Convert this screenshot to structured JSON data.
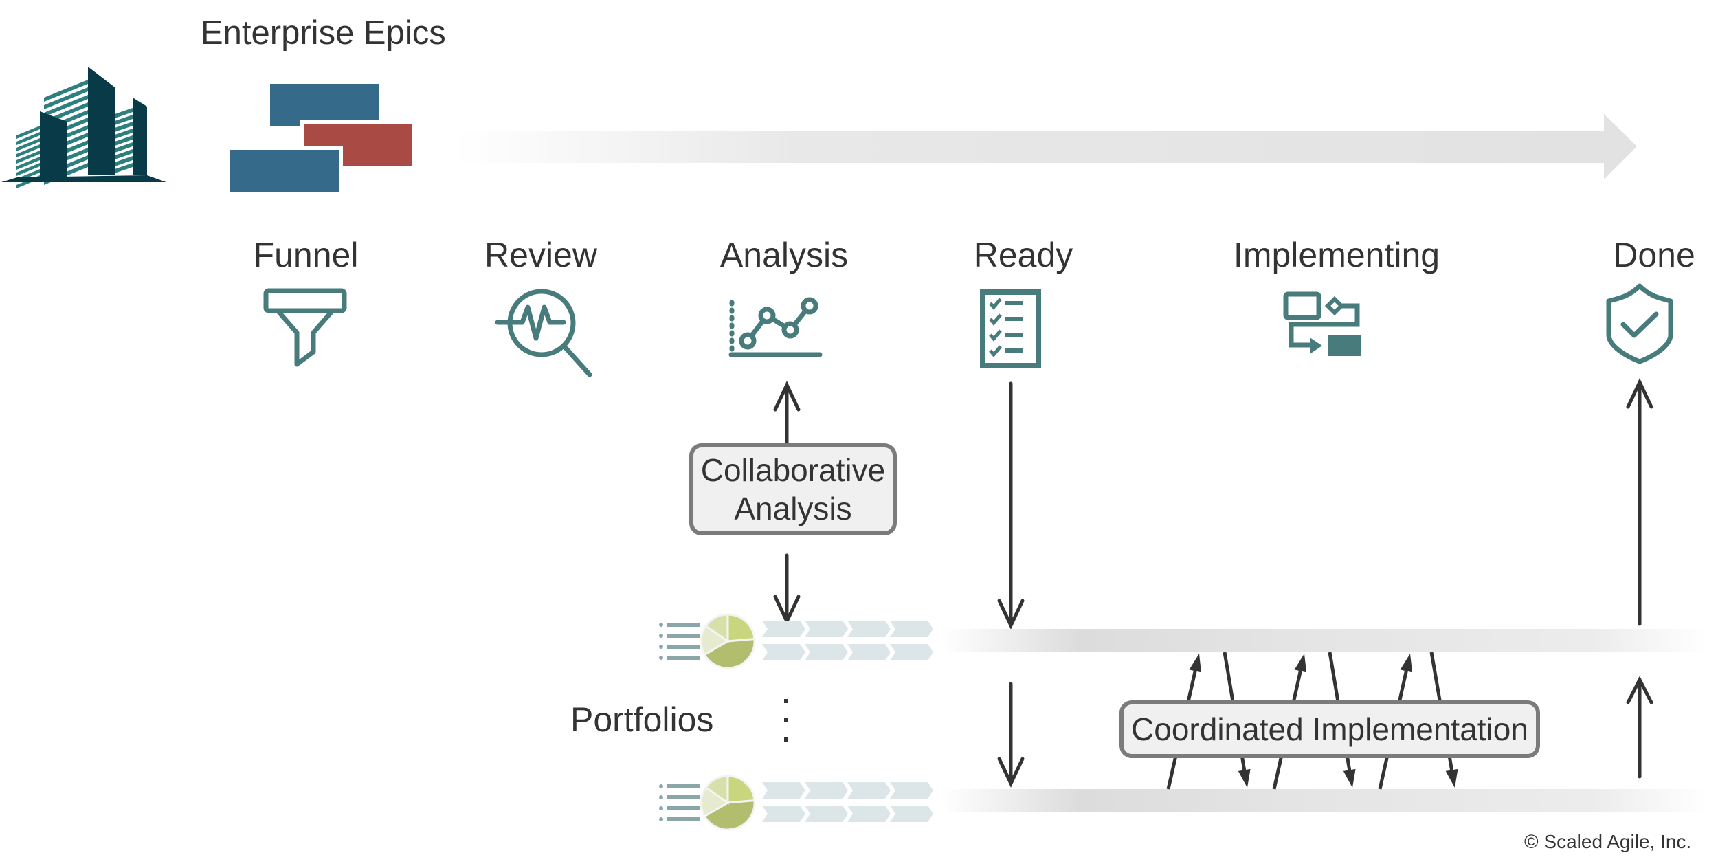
{
  "title": "Enterprise Epics",
  "stages": [
    {
      "label": "Funnel",
      "icon": "funnel-icon"
    },
    {
      "label": "Review",
      "icon": "magnifier-pulse-icon"
    },
    {
      "label": "Analysis",
      "icon": "line-chart-icon"
    },
    {
      "label": "Ready",
      "icon": "checklist-icon"
    },
    {
      "label": "Implementing",
      "icon": "flowchart-icon"
    },
    {
      "label": "Done",
      "icon": "shield-check-icon"
    }
  ],
  "collaborative_box": {
    "line1": "Collaborative",
    "line2": "Analysis"
  },
  "coordinated_box": {
    "label": "Coordinated Implementation"
  },
  "portfolios_label": "Portfolios",
  "portfolio_rows": 2,
  "ellipsis": "⋮",
  "copyright": "© Scaled Agile, Inc.",
  "colors": {
    "teal": "#477b7c",
    "building_dark": "#083a48",
    "building_stripe": "#2e8080",
    "epic_blue": "#356a8a",
    "epic_red": "#a94a44",
    "arrow_gray": "#e2e2e2",
    "arrow_dark": "#333333",
    "box_fill": "#f0f0f0",
    "box_border": "#7b7b7b",
    "pie": [
      "#c9d67e",
      "#b3bd6e",
      "#e6ebcf",
      "#d7e0a8"
    ],
    "chevron": "#dce6e8",
    "list_bar": "#8aa6a9"
  }
}
